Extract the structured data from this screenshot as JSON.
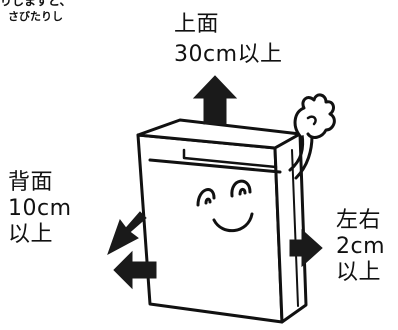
{
  "clipped_text": {
    "line1": "りしますと、",
    "line2": "さびたりし"
  },
  "labels": {
    "top": {
      "line1": "上面",
      "line2": "30cm以上"
    },
    "back": {
      "line1": "背面",
      "line2": "10cm",
      "line3": "以上"
    },
    "sides": {
      "line1": "左右",
      "line2": "2cm",
      "line3": "以上"
    }
  },
  "colors": {
    "ink": "#111111",
    "arrow": "#1a1a1a",
    "background": "#ffffff"
  },
  "icons": {
    "fridge": "refrigerator-character",
    "arrows": "clearance-arrows"
  }
}
